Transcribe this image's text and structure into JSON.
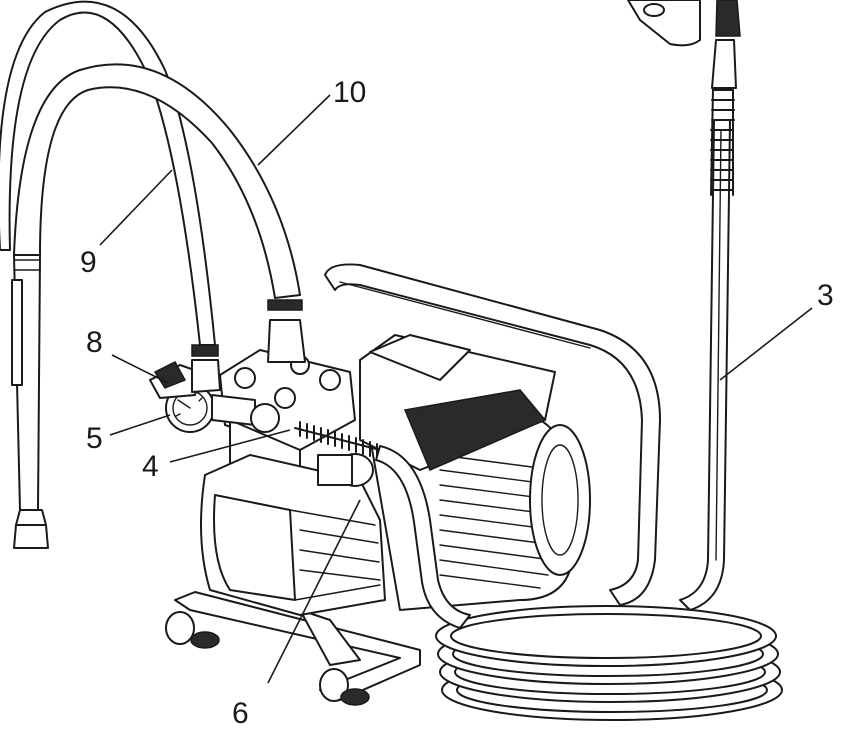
{
  "diagram": {
    "callouts": [
      {
        "id": "c10",
        "label": "10"
      },
      {
        "id": "c9",
        "label": "9"
      },
      {
        "id": "c8",
        "label": "8"
      },
      {
        "id": "c5",
        "label": "5"
      },
      {
        "id": "c4",
        "label": "4"
      },
      {
        "id": "c6",
        "label": "6"
      },
      {
        "id": "c3",
        "label": "3"
      }
    ],
    "colors": {
      "line": "#1a1a1a",
      "background": "#ffffff"
    }
  }
}
